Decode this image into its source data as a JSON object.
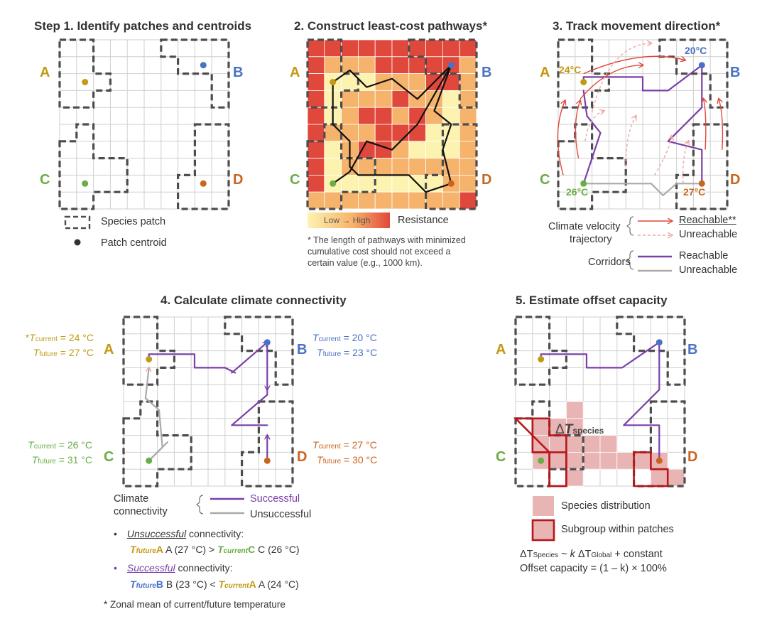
{
  "colors": {
    "yellow": "#c29a14",
    "blue": "#4a72c4",
    "green": "#6aad45",
    "orange": "#c9651e",
    "purple": "#7a3fa8",
    "red": "#e0483c",
    "gray": "#aaaaaa",
    "patch": "#4d4d4d",
    "resLow": "#fdf3b0",
    "resMid": "#f6b36b",
    "resHigh": "#e0483c",
    "dist": "#e9b4b4",
    "subgroup": "#b7171c"
  },
  "titles": {
    "p1": "Step 1. Identify patches and centroids",
    "p2": "2. Construct least-cost pathways*",
    "p3": "3. Track movement direction*",
    "p4": "4. Calculate climate connectivity",
    "p5": "5. Estimate offset capacity"
  },
  "labels": {
    "A": "A",
    "B": "B",
    "C": "C",
    "D": "D"
  },
  "p1": {
    "legend_patch": "Species patch",
    "legend_centroid": "Patch centroid"
  },
  "p2": {
    "scale": "Low → High",
    "resistance": "Resistance",
    "note": "* The length of pathways with minimized cumulative cost should not exceed a certain value (e.g., 1000 km)."
  },
  "p3": {
    "tA": "24°C",
    "tB": "20°C",
    "tC": "26°C",
    "tD": "27°C",
    "velocity1": "Climate velocity",
    "velocity2": "trajectory",
    "reachable": "Reachable**",
    "unreachable": "Unreachable",
    "corridors": "Corridors",
    "reachable2": "Reachable",
    "unreachable2": "Unreachable"
  },
  "p4": {
    "T": "T",
    "current": "current",
    "future": "future",
    "starA": "*",
    "aCur": " = 24 °C",
    "aFut": " = 27 °C",
    "bCur": " = 20 °C",
    "bFut": " = 23 °C",
    "cCur": " = 26 °C",
    "cFut": " = 31 °C",
    "dCur": " = 27 °C",
    "dFut": " = 30 °C",
    "climate": "Climate",
    "connectivity": "connectivity",
    "successful": "Successful",
    "unsuccessful": "Unsuccessful",
    "bullet": "•",
    "uns": "Unsuccessful",
    "suc": "Successful",
    "conn": " connectivity:",
    "eq1a": " A (27 °C) > ",
    "eq1b": " C (26 °C)",
    "eq2a": " B (23 °C) < ",
    "eq2b": " A (24 °C)",
    "footnote": "* Zonal mean of current/future temperature"
  },
  "p5": {
    "delta": "Δ",
    "deltaT": "T",
    "species": "species",
    "dist": "Species distribution",
    "subgroup": "Subgroup within patches",
    "eq1": "ΔT",
    "eq1sub": "Species",
    "eq1b": " ~ ",
    "k": "k",
    "eq1c": " ΔT",
    "eq1sub2": "Global",
    "eq1d": " + constant",
    "eq2": "Offset capacity = (1 – k) × 100%"
  }
}
